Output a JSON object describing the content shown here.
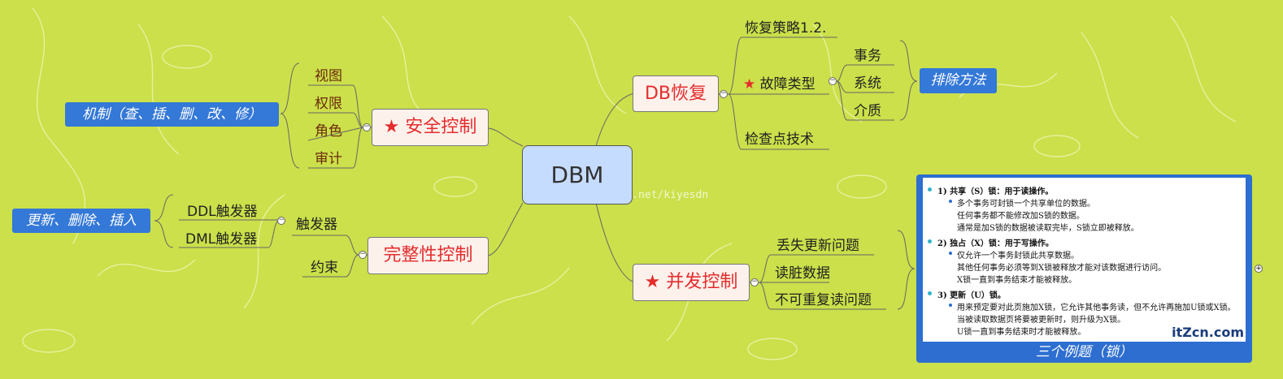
{
  "root": {
    "label": "DBM"
  },
  "watermark": "http://blog.csdn.net/kiyesdn",
  "collapse_symbol": "−",
  "expand_symbol": "+",
  "security": {
    "label": "安全控制",
    "children": [
      "视图",
      "权限",
      "角色",
      "审计"
    ],
    "tag": "机制（查、插、删、改、修）"
  },
  "integrity": {
    "label": "完整性控制",
    "trigger": {
      "label": "触发器",
      "children": [
        "DDL触发器",
        "DML触发器"
      ],
      "tag": "更新、删除、插入"
    },
    "constraint": "约束"
  },
  "recovery": {
    "label": "DB恢复",
    "strategy": "恢复策略1.2.",
    "fault": {
      "label": "故障类型",
      "children": [
        "事务",
        "系统",
        "介质"
      ],
      "tag": "排除方法"
    },
    "checkpoint": "检查点技术"
  },
  "concurrency": {
    "label": "并发控制",
    "children": [
      "丢失更新问题",
      "读脏数据",
      "不可重复读问题"
    ],
    "image": {
      "caption": "三个例题（锁）",
      "logo": "itZcn.com",
      "sections": [
        {
          "head": "1) 共享（S）锁：用于读操作。",
          "lines": [
            "多个事务可封锁一个共享单位的数据。",
            "任何事务都不能修改加S锁的数据。",
            "通常是加S锁的数据被读取完毕，S锁立即被释放。"
          ]
        },
        {
          "head": "2) 独占（X）锁：用于写操作。",
          "lines": [
            "仅允许一个事务封锁此共享数据。",
            "其他任何事务必须等到X锁被释放才能对该数据进行访问。",
            "X锁一直到事务结束才能被释放。"
          ]
        },
        {
          "head": "3) 更新（U）锁。",
          "lines": [
            "用来预定要对此页施加X锁，它允许其他事务读，但不允许再施加U锁或X锁。",
            "当被读取数据页将要被更新时，则升级为X锁。",
            "U锁一直到事务结束时才能被释放。"
          ]
        }
      ]
    }
  },
  "colors": {
    "background": "#cbe04a",
    "root_fill": "#c6dcff",
    "main_text": "#e52d2d",
    "tag_fill": "#3478d8"
  }
}
